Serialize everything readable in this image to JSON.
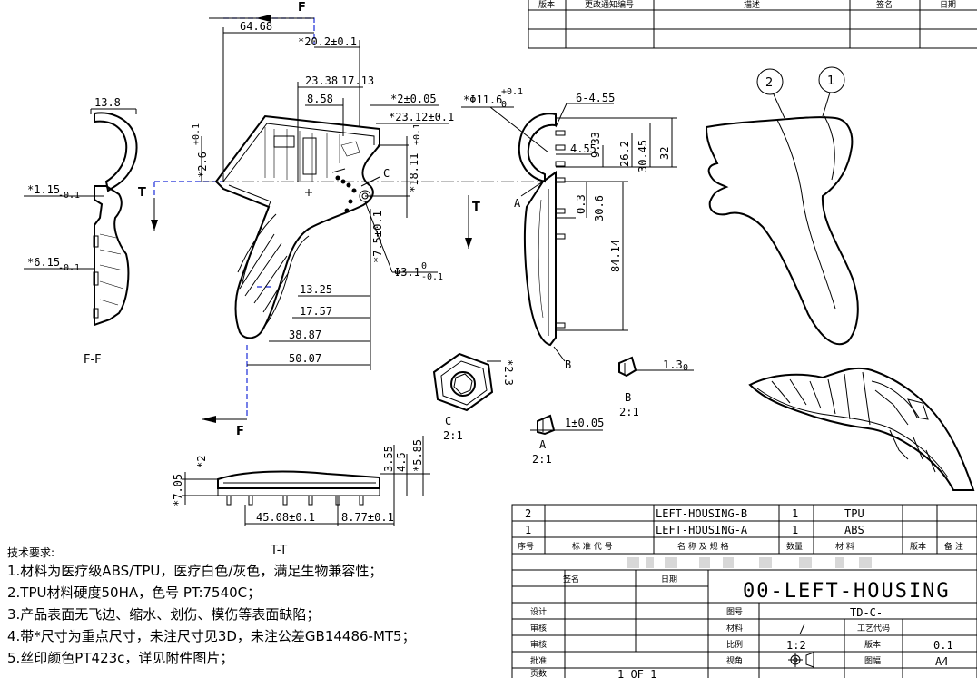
{
  "revision_table": {
    "headers": [
      "版本",
      "更改通知编号",
      "描述",
      "签名",
      "日期"
    ]
  },
  "dimensions": {
    "d1": "64.68",
    "d2": "*20.2±0.1",
    "d3": "23.38",
    "d4": "17.13",
    "d5": "8.58",
    "d6": "*2±0.05",
    "d7": "*23.12±0.1",
    "d8": "*Φ11.6",
    "d8s": "+0.1",
    "d8b": "0",
    "d9": "6-4.55",
    "d10": "13.8",
    "d11": "*2.6",
    "d12": "*18.11",
    "d13": "*1.15",
    "d14": "*6.15",
    "d15": "4.55",
    "d16": "9.33",
    "d17": "26.2",
    "d18": "30.45",
    "d19": "32",
    "d20": "0.3",
    "d21": "30.6",
    "d22": "84.14",
    "d23": "*7.5±0.1",
    "d24": "Φ3.1",
    "d25": "13.25",
    "d26": "17.57",
    "d27": "38.87",
    "d28": "50.07",
    "d29": "*2.3",
    "d30": "1.3",
    "d31": "1±0.05",
    "d32": "*2",
    "d33": "*7.05",
    "d34": "3.55",
    "d35": "4.5",
    "d36": "*5.85",
    "d37": "45.08±0.1",
    "d38": "8.77±0.1"
  },
  "labels": {
    "F1": "F",
    "F2": "F",
    "T1": "T",
    "T2": "T",
    "A": "A",
    "B": "B",
    "C": "C",
    "ff": "F-F",
    "tt": "T-T",
    "c_view": "C",
    "c_scale": "2:1",
    "b_view": "B",
    "b_scale": "2:1",
    "a_view": "A",
    "a_scale": "2:1",
    "balloon1": "1",
    "balloon2": "2"
  },
  "notes": {
    "title": "技术要求:",
    "items": [
      "1.材料为医疗级ABS/TPU，医疗白色/灰色，满足生物兼容性；",
      "2.TPU材料硬度50HA，色号 PT:7540C；",
      "3.产品表面无飞边、缩水、划伤、模伤等表面缺陷；",
      "4.带*尺寸为重点尺寸，未注尺寸见3D，未注公差GB14486-MT5；",
      "5.丝印颜色PT423c，详见附件图片；"
    ]
  },
  "bom": {
    "rows": [
      {
        "no": "2",
        "name": "LEFT-HOUSING-B",
        "qty": "1",
        "mat": "TPU"
      },
      {
        "no": "1",
        "name": "LEFT-HOUSING-A",
        "qty": "1",
        "mat": "ABS"
      }
    ],
    "headers": [
      "序号",
      "标 准 代 号",
      "名 称 及 规 格",
      "数量",
      "材 料",
      "版本",
      "备 注"
    ]
  },
  "title_block": {
    "sign": "签名",
    "date": "日期",
    "title": "00-LEFT-HOUSING",
    "design": "设计",
    "check1": "审核",
    "check2": "审核",
    "approve": "批准",
    "pages": "页数",
    "page_value": "1 OF 1",
    "drawing_no_label": "图号",
    "drawing_no": "TD-C-",
    "material_label": "材料",
    "material": "/",
    "process_label": "工艺代码",
    "scale_label": "比例",
    "scale": "1:2",
    "version_label": "版本",
    "version": "0.1",
    "view_label": "视角",
    "size_label": "图幅",
    "size": "A4"
  }
}
